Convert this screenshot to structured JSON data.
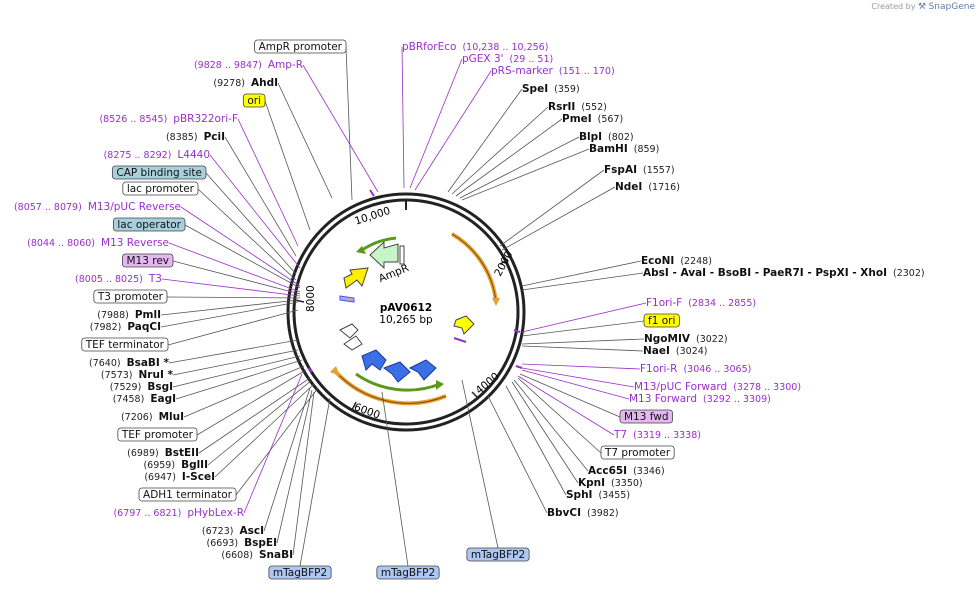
{
  "credit": {
    "prefix": "Created by",
    "brand": "SnapGene"
  },
  "plasmid": {
    "name": "pAV0612",
    "size": "10,265 bp"
  },
  "ticks": [
    "10,000",
    "2000",
    "4000",
    "6000",
    "8000"
  ],
  "feature_labels": {
    "ampr": "AmpR"
  },
  "colors": {
    "enzyme": "#111111",
    "primer": "#9a2fc9",
    "yellow_box": "#ffff00",
    "teal_box": "#a8d0dc",
    "violet_box": "#e3b8f0",
    "blue_box": "#aec6f2"
  },
  "labels": [
    {
      "text": "AmpR promoter",
      "coord": "",
      "style": "box-white"
    },
    {
      "text": "pBRforEco",
      "coord": "(10,238 .. 10,256)",
      "style": "primer"
    },
    {
      "text": "pGEX 3'",
      "coord": "(29 .. 51)",
      "style": "primer"
    },
    {
      "text": "Amp-R",
      "coord": "(9828 .. 9847)",
      "style": "primer"
    },
    {
      "text": "pRS-marker",
      "coord": "(151 .. 170)",
      "style": "primer"
    },
    {
      "text": "AhdI",
      "coord": "(9278)",
      "style": "enzyme"
    },
    {
      "text": "SpeI",
      "coord": "(359)",
      "style": "enzyme"
    },
    {
      "text": "ori",
      "coord": "",
      "style": "box-yellow"
    },
    {
      "text": "RsrII",
      "coord": "(552)",
      "style": "enzyme"
    },
    {
      "text": "PmeI",
      "coord": "(567)",
      "style": "enzyme"
    },
    {
      "text": "pBR322ori-F",
      "coord": "(8526 .. 8545)",
      "style": "primer"
    },
    {
      "text": "PciI",
      "coord": "(8385)",
      "style": "enzyme"
    },
    {
      "text": "BlpI",
      "coord": "(802)",
      "style": "enzyme"
    },
    {
      "text": "BamHI",
      "coord": "(859)",
      "style": "enzyme"
    },
    {
      "text": "L4440",
      "coord": "(8275 .. 8292)",
      "style": "primer"
    },
    {
      "text": "FspAI",
      "coord": "(1557)",
      "style": "enzyme"
    },
    {
      "text": "CAP binding site",
      "coord": "",
      "style": "box-teal"
    },
    {
      "text": "NdeI",
      "coord": "(1716)",
      "style": "enzyme"
    },
    {
      "text": "lac promoter",
      "coord": "",
      "style": "box-white"
    },
    {
      "text": "M13/pUC Reverse",
      "coord": "(8057 .. 8079)",
      "style": "primer"
    },
    {
      "text": "lac operator",
      "coord": "",
      "style": "box-teal"
    },
    {
      "text": "M13 Reverse",
      "coord": "(8044 .. 8060)",
      "style": "primer"
    },
    {
      "text": "M13 rev",
      "coord": "",
      "style": "box-violet"
    },
    {
      "text": "EcoNI",
      "coord": "(2248)",
      "style": "enzyme"
    },
    {
      "text": "T3",
      "coord": "(8005 .. 8025)",
      "style": "primer"
    },
    {
      "text": "AbsI  - AvaI  - BsoBI  - PaeR7I  - PspXI  - XhoI",
      "coord": "(2302)",
      "style": "enzyme"
    },
    {
      "text": "T3 promoter",
      "coord": "",
      "style": "box-white"
    },
    {
      "text": "F1ori-F",
      "coord": "(2834 .. 2855)",
      "style": "primer"
    },
    {
      "text": "PmlI",
      "coord": "(7988)",
      "style": "enzyme"
    },
    {
      "text": "PaqCI",
      "coord": "(7982)",
      "style": "enzyme"
    },
    {
      "text": "f1 ori",
      "coord": "",
      "style": "box-yellow"
    },
    {
      "text": "NgoMIV",
      "coord": "(3022)",
      "style": "enzyme"
    },
    {
      "text": "TEF terminator",
      "coord": "",
      "style": "box-white"
    },
    {
      "text": "NaeI",
      "coord": "(3024)",
      "style": "enzyme"
    },
    {
      "text": "BsaBI *",
      "coord": "(7640)",
      "style": "enzyme"
    },
    {
      "text": "F1ori-R",
      "coord": "(3046 .. 3065)",
      "style": "primer"
    },
    {
      "text": "NruI *",
      "coord": "(7573)",
      "style": "enzyme"
    },
    {
      "text": "M13/pUC Forward",
      "coord": "(3278 .. 3300)",
      "style": "primer"
    },
    {
      "text": "BsgI",
      "coord": "(7529)",
      "style": "enzyme"
    },
    {
      "text": "EagI",
      "coord": "(7458)",
      "style": "enzyme"
    },
    {
      "text": "M13 Forward",
      "coord": "(3292 .. 3309)",
      "style": "primer"
    },
    {
      "text": "M13 fwd",
      "coord": "",
      "style": "box-violet"
    },
    {
      "text": "MluI",
      "coord": "(7206)",
      "style": "enzyme"
    },
    {
      "text": "T7",
      "coord": "(3319 .. 3338)",
      "style": "primer"
    },
    {
      "text": "TEF promoter",
      "coord": "",
      "style": "box-white"
    },
    {
      "text": "T7 promoter",
      "coord": "",
      "style": "box-white"
    },
    {
      "text": "BstEII",
      "coord": "(6989)",
      "style": "enzyme"
    },
    {
      "text": "BglII",
      "coord": "(6959)",
      "style": "enzyme"
    },
    {
      "text": "Acc65I",
      "coord": "(3346)",
      "style": "enzyme"
    },
    {
      "text": "I-SceI",
      "coord": "(6947)",
      "style": "enzyme"
    },
    {
      "text": "KpnI",
      "coord": "(3350)",
      "style": "enzyme"
    },
    {
      "text": "ADH1 terminator",
      "coord": "",
      "style": "box-white"
    },
    {
      "text": "SphI",
      "coord": "(3455)",
      "style": "enzyme"
    },
    {
      "text": "BbvCI",
      "coord": "(3982)",
      "style": "enzyme"
    },
    {
      "text": "pHybLex-R",
      "coord": "(6797 .. 6821)",
      "style": "primer"
    },
    {
      "text": "AscI",
      "coord": "(6723)",
      "style": "enzyme"
    },
    {
      "text": "BspEI",
      "coord": "(6693)",
      "style": "enzyme"
    },
    {
      "text": "SnaBI",
      "coord": "(6608)",
      "style": "enzyme"
    },
    {
      "text": "mTagBFP2",
      "coord": "",
      "style": "box-blue"
    },
    {
      "text": "mTagBFP2",
      "coord": "",
      "style": "box-blue"
    },
    {
      "text": "mTagBFP2",
      "coord": "",
      "style": "box-blue"
    }
  ]
}
